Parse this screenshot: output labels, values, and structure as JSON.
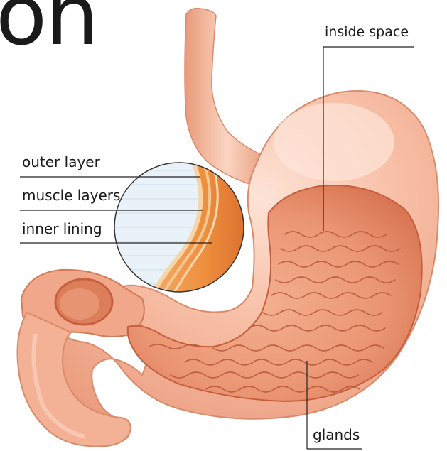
{
  "title_fragment": "on",
  "labels": {
    "inside_space": "inside space",
    "outer_layer": "outer layer",
    "muscle_layers": "muscle layers",
    "inner_lining": "inner lining",
    "glands": "glands"
  },
  "colors": {
    "stomach_outer": "#f4b39a",
    "stomach_highlight": "#fbd8c8",
    "stomach_inner": "#e98a66",
    "stomach_dark": "#c85f3f",
    "gland_lines": "#b9553a",
    "inset_bg": "#e8f2f8",
    "inset_orange": "#e27a2e",
    "leader_lines": "#222222"
  }
}
